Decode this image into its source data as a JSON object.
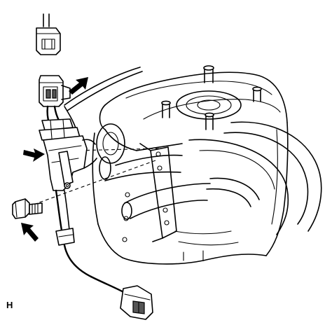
{
  "figure": {
    "label": "H"
  },
  "parts": [
    {
      "name": "connector-plug"
    },
    {
      "name": "sensor-connector"
    },
    {
      "name": "wire-harness-bracket"
    },
    {
      "name": "bolt"
    },
    {
      "name": "sensor-lead-connector"
    },
    {
      "name": "transmission-housing"
    }
  ],
  "arrows": [
    {
      "name": "arrow-connector"
    },
    {
      "name": "arrow-bracket"
    },
    {
      "name": "arrow-bolt"
    }
  ]
}
